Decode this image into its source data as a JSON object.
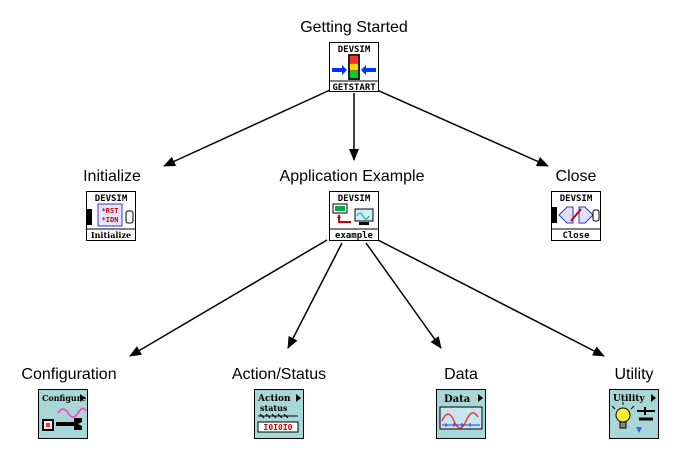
{
  "nodes": {
    "getting_started": {
      "label": "Getting Started",
      "icon_top": "DEVSIM",
      "icon_bottom": "GETSTART",
      "icon": "traffic-light-icon"
    },
    "initialize": {
      "label": "Initialize",
      "icon_top": "DEVSIM",
      "icon_line1": "*RST",
      "icon_line2": "*IDN",
      "icon_bottom": "Initialize",
      "icon": "initialize-icon"
    },
    "application_example": {
      "label": "Application Example",
      "icon_top": "DEVSIM",
      "icon_bottom": "example",
      "icon": "computer-instrument-icon"
    },
    "close": {
      "label": "Close",
      "icon_top": "DEVSIM",
      "icon_bottom": "Close",
      "icon": "disconnect-icon"
    },
    "configuration": {
      "label": "Configuration",
      "icon_title": "Configure",
      "icon": "configure-wrench-icon"
    },
    "action_status": {
      "label": "Action/Status",
      "icon_title": "Action",
      "icon_sub": "status",
      "icon": "action-status-icon"
    },
    "data": {
      "label": "Data",
      "icon_title": "Data",
      "icon": "data-waveform-icon"
    },
    "utility": {
      "label": "Utility",
      "icon_title": "Utility",
      "icon": "lightbulb-utility-icon"
    }
  },
  "edges": [
    [
      "getting_started",
      "initialize"
    ],
    [
      "getting_started",
      "application_example"
    ],
    [
      "getting_started",
      "close"
    ],
    [
      "application_example",
      "configuration"
    ],
    [
      "application_example",
      "action_status"
    ],
    [
      "application_example",
      "data"
    ],
    [
      "application_example",
      "utility"
    ]
  ]
}
